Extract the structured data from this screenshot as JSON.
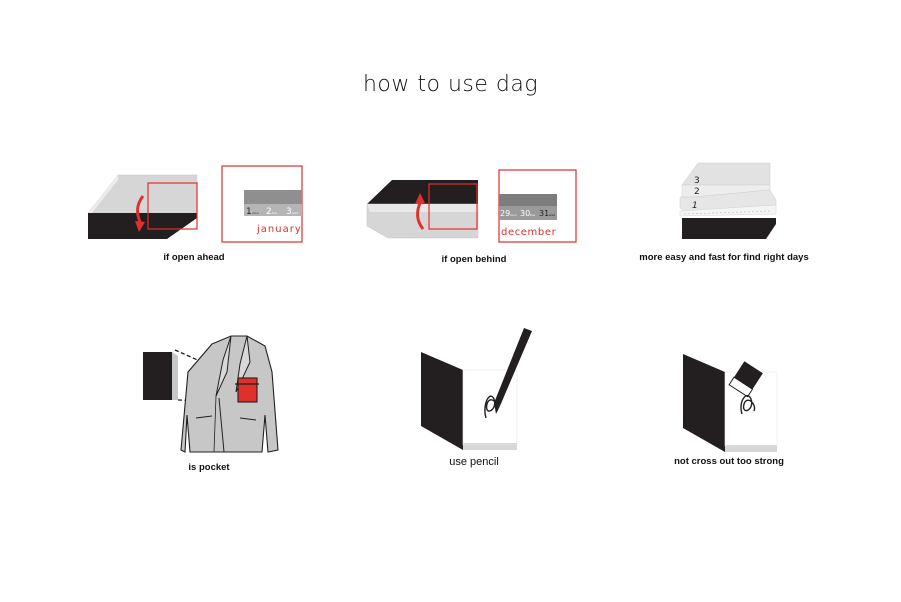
{
  "title": "how to use dag",
  "colors": {
    "accent": "#e0302c",
    "dark": "#231f20",
    "light_gray": "#d6d6d6",
    "mid_gray": "#8f8f8f"
  },
  "panels": [
    {
      "caption": "if open ahead",
      "tab": {
        "d1": "1",
        "d2": "2",
        "d3": "3",
        "d1_suffix": "mon",
        "d2_suffix": "tue",
        "d3_suffix": "wed",
        "month": "january"
      }
    },
    {
      "caption": "if open behind",
      "tab": {
        "d1": "29",
        "d2": "30",
        "d3": "31",
        "d1_suffix": "mon",
        "d2_suffix": "tue",
        "d3_suffix": "wed",
        "month": "december"
      }
    },
    {
      "caption": "more easy and fast for find right days",
      "digits": [
        "3",
        "2",
        "1"
      ]
    },
    {
      "caption": "is pocket"
    },
    {
      "caption": "use pencil"
    },
    {
      "caption": "not cross out too strong"
    }
  ]
}
